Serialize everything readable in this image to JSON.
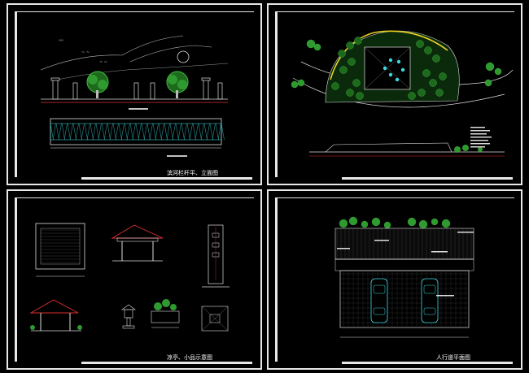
{
  "sheets": [
    {
      "title": "滨河栏杆平、立面图"
    },
    {
      "title": ""
    },
    {
      "title": "凉亭、小品示意图"
    },
    {
      "title": "人行道平面图"
    }
  ],
  "colors": {
    "line_white": "#e8e8e8",
    "tree_green": "#3fbf3f",
    "cyan": "#3fd8e0",
    "yellow": "#e8d020",
    "red": "#e03030",
    "magenta": "#c040c0"
  }
}
